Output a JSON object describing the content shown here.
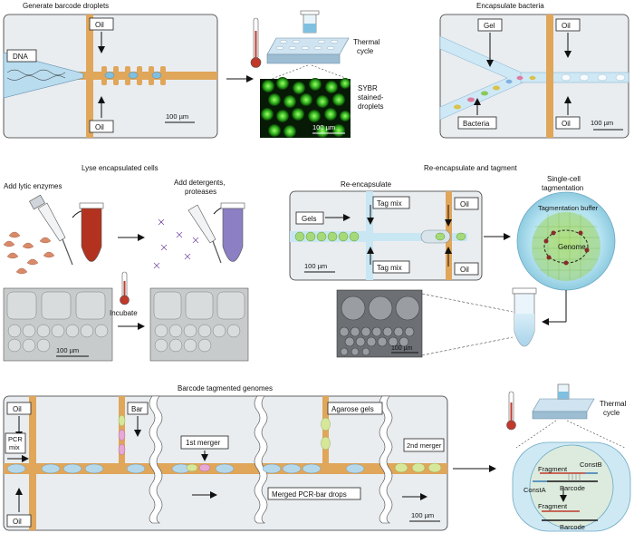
{
  "panels": {
    "generate": {
      "title": "Generate barcode droplets",
      "dna": "DNA",
      "oil_top": "Oil",
      "oil_bottom": "Oil",
      "scale": "100 µm",
      "thermal_cycle": [
        "Thermal",
        "cycle"
      ],
      "sybr": [
        "SYBR",
        "stained-",
        "droplets"
      ],
      "sybr_scale": "100 µm"
    },
    "encapsulate": {
      "title": "Encapsulate bacteria",
      "gel": "Gel",
      "oil_top": "Oil",
      "bacteria": "Bacteria",
      "oil_bottom": "Oil",
      "scale": "100 µm"
    },
    "lyse": {
      "title": "Lyse encapsulated cells",
      "step1": "Add lytic enzymes",
      "step2": [
        "Add detergents,",
        "proteases"
      ],
      "incubate": "Incubate",
      "scale": "100 µm"
    },
    "reencap": {
      "title": "Re-encapsulate and tagment",
      "subtitle": "Re-encapsulate",
      "gels": "Gels",
      "tag_mix_top": "Tag mix",
      "tag_mix_bottom": "Tag mix",
      "oil_top": "Oil",
      "oil_bottom": "Oil",
      "scale": "100 µm",
      "single_cell": [
        "Single-cell",
        "tagmentation"
      ],
      "tag_buffer": "Tagmentation buffer",
      "genome": "Genome",
      "micro_scale": "100 µm"
    },
    "barcode": {
      "title": "Barcode tagmented genomes",
      "oil_top": "Oil",
      "pcr_mix": [
        "PCR",
        "mix"
      ],
      "oil_bottom": "Oil",
      "bar": "Bar",
      "merger1": "1st merger",
      "agarose": "Agarose gels",
      "merged": "Merged PCR-bar drops",
      "merger2": "2nd merger",
      "scale": "100 µm",
      "thermal_cycle": [
        "Thermal",
        "cycle"
      ],
      "constb": "ConstB",
      "fragment1": "Fragment",
      "consta": "ConstA",
      "barcode1": "Barcode",
      "fragment2": "Fragment",
      "barcode2": "Barcode"
    }
  }
}
